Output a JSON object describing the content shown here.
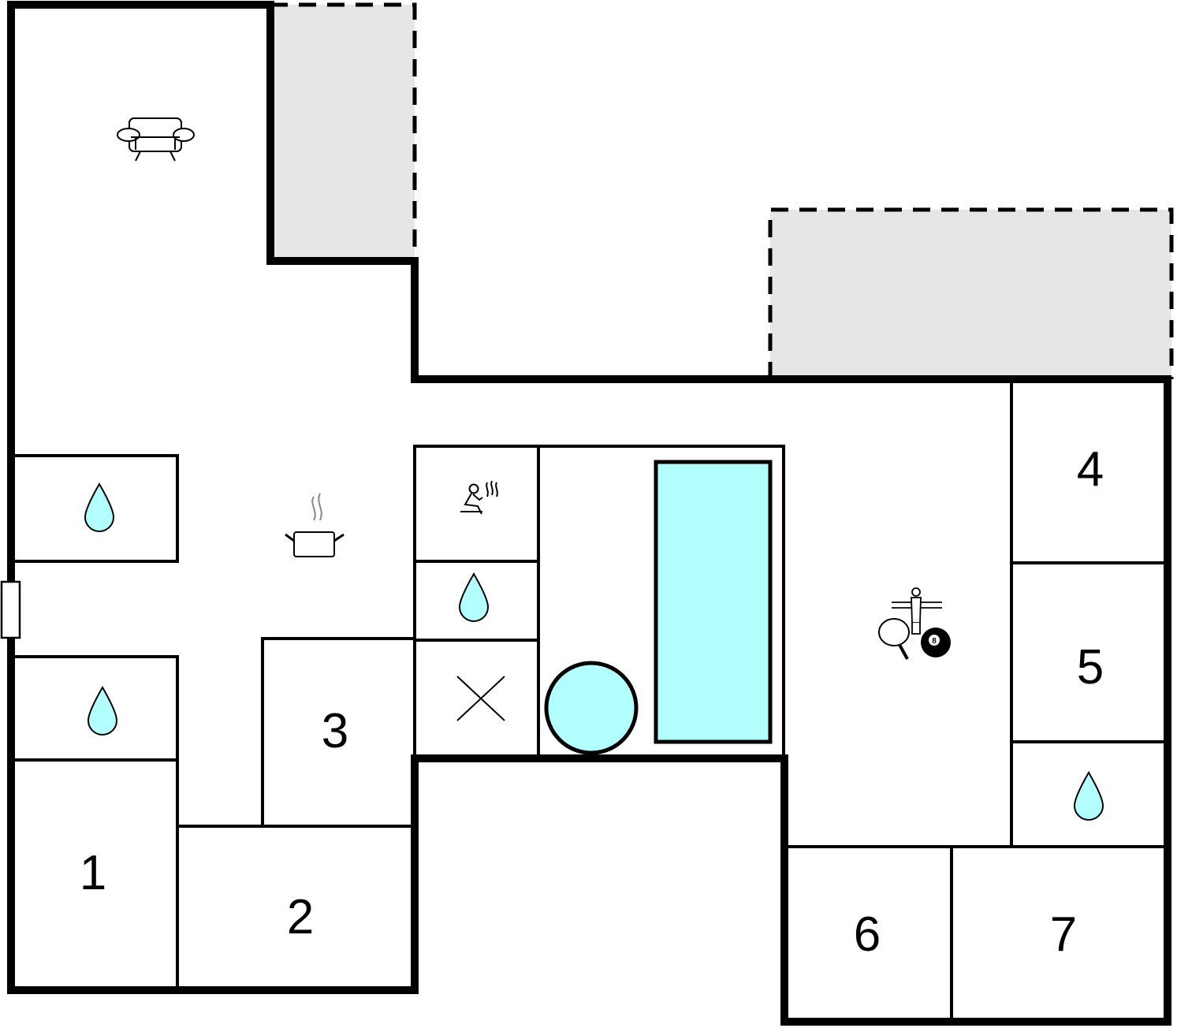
{
  "rooms": {
    "bedroom_1": "1",
    "bedroom_2": "2",
    "bedroom_3": "3",
    "bedroom_4": "4",
    "bedroom_5": "5",
    "bedroom_6": "6",
    "bedroom_7": "7"
  },
  "icons": {
    "living_room": "sofa-icon",
    "kitchen": "cooking-pot-icon",
    "bathroom": "water-drop-icon",
    "sauna": "sauna-icon",
    "technical_room": "cross-icon",
    "game_room": "game-room-icon",
    "billiard_ball": "8"
  },
  "colors": {
    "wall": "#000000",
    "terrace": "#e6e6e6",
    "water": "#b3ffff"
  }
}
